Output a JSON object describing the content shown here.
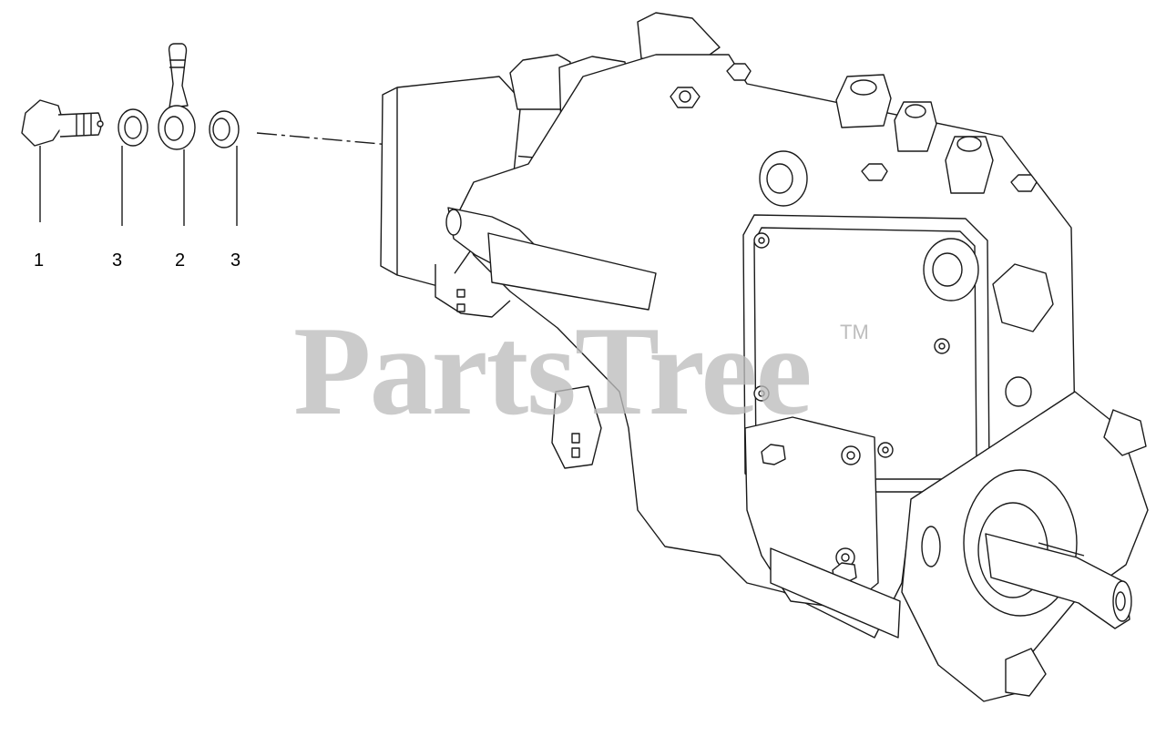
{
  "callouts": [
    {
      "id": "1",
      "text": "1"
    },
    {
      "id": "3a",
      "text": "3"
    },
    {
      "id": "2",
      "text": "2"
    },
    {
      "id": "3b",
      "text": "3"
    }
  ],
  "watermark": {
    "text": "PartsTree",
    "trademark": "TM"
  },
  "colors": {
    "line": "#1a1a1a",
    "watermark": "#bdbdbd",
    "background": "#ffffff"
  }
}
